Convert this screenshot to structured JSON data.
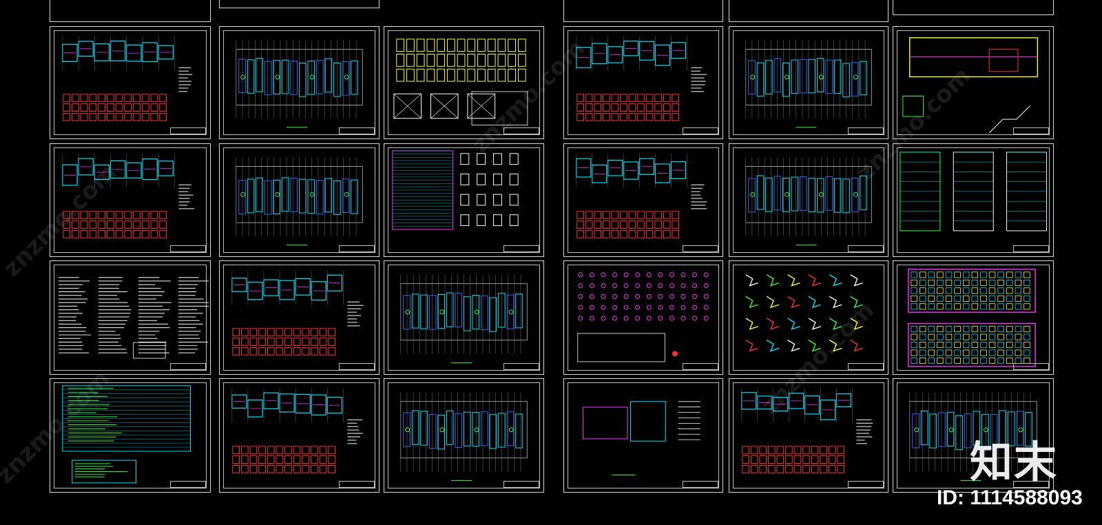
{
  "watermark": {
    "brand": "知末",
    "id_text": "ID: 1114588093",
    "site_text": "znzmo.com"
  },
  "colors": {
    "background": "#000000",
    "frame": "#d8d8d8",
    "cyan": "#00e5ff",
    "magenta": "#ff33ff",
    "red": "#ff3030",
    "yellow": "#ffff33",
    "green": "#33ff33",
    "white": "#ffffff",
    "blue": "#3366ff"
  },
  "sheets": [
    {
      "name": "sheet-plan-1",
      "kind": "plan-pair"
    },
    {
      "name": "sheet-plan-2",
      "kind": "plan-pair"
    },
    {
      "name": "sheet-notes",
      "kind": "notes"
    },
    {
      "name": "sheet-legend-tables",
      "kind": "tables"
    },
    {
      "name": "sheet-floor-plan-a",
      "kind": "floor-plan"
    },
    {
      "name": "sheet-floor-plan-b",
      "kind": "floor-plan"
    },
    {
      "name": "sheet-plan-3",
      "kind": "plan-pair"
    },
    {
      "name": "sheet-plan-4",
      "kind": "plan-pair"
    },
    {
      "name": "sheet-foundation",
      "kind": "foundation"
    },
    {
      "name": "sheet-column-details",
      "kind": "details"
    },
    {
      "name": "sheet-floor-plan-c",
      "kind": "floor-plan"
    },
    {
      "name": "sheet-floor-plan-d",
      "kind": "floor-plan"
    },
    {
      "name": "sheet-plan-5",
      "kind": "plan-pair"
    },
    {
      "name": "sheet-plan-6",
      "kind": "plan-pair"
    },
    {
      "name": "sheet-pile-layout",
      "kind": "piles"
    },
    {
      "name": "sheet-stair-details",
      "kind": "stair"
    },
    {
      "name": "sheet-floor-plan-e",
      "kind": "floor-plan"
    },
    {
      "name": "sheet-floor-plan-f",
      "kind": "floor-plan"
    },
    {
      "name": "sheet-node-details",
      "kind": "nodes"
    },
    {
      "name": "sheet-plan-7",
      "kind": "plan-pair"
    },
    {
      "name": "sheet-beam-plan",
      "kind": "beam"
    },
    {
      "name": "sheet-sections",
      "kind": "sections"
    },
    {
      "name": "sheet-elevations",
      "kind": "elevations"
    },
    {
      "name": "sheet-floor-plan-g",
      "kind": "floor-plan"
    }
  ]
}
